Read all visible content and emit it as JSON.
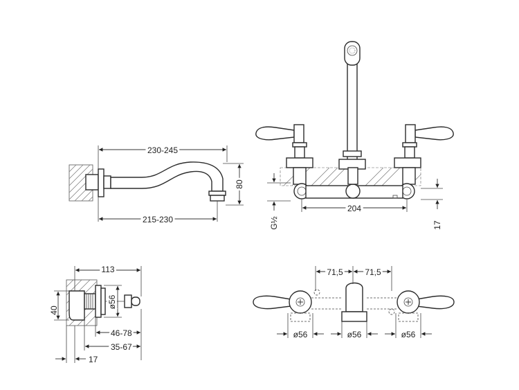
{
  "spout_side": {
    "overall_length": "230-245",
    "projection": "215-230",
    "height": "80"
  },
  "front_view": {
    "thread": "G½",
    "centers": "204",
    "offset": "17"
  },
  "valve_side": {
    "depth": "113",
    "rosette_dia": "ø56",
    "height": "40",
    "adjust_a": "46-78",
    "adjust_b": "35-67",
    "wall_offset": "17"
  },
  "top_view": {
    "spacing_left": "71,5",
    "spacing_right": "71,5",
    "dia_left": "ø56",
    "dia_center": "ø56",
    "dia_right": "ø56"
  }
}
